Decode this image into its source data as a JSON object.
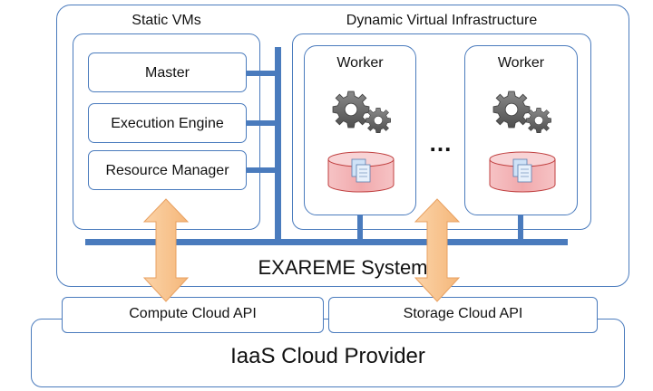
{
  "diagram": {
    "static_vms": {
      "title": "Static VMs",
      "components": [
        "Master",
        "Execution Engine",
        "Resource Manager"
      ]
    },
    "dynamic_infrastructure": {
      "title": "Dynamic Virtual Infrastructure",
      "workers": [
        "Worker",
        "Worker"
      ],
      "ellipsis": "..."
    },
    "system_label": "EXAREME System",
    "apis": [
      "Compute Cloud API",
      "Storage Cloud API"
    ],
    "provider_label": "IaaS Cloud Provider"
  },
  "colors": {
    "border": "#4a7bbd",
    "bus": "#4a7bbd",
    "arrow_fill": "#f8c491",
    "arrow_stroke": "#e8a060",
    "cylinder_fill": "#f3b3b6",
    "cylinder_stroke": "#c04040",
    "gear": "#6b6b6b"
  },
  "icons": [
    "gear-icon",
    "database-icon",
    "documents-icon"
  ]
}
